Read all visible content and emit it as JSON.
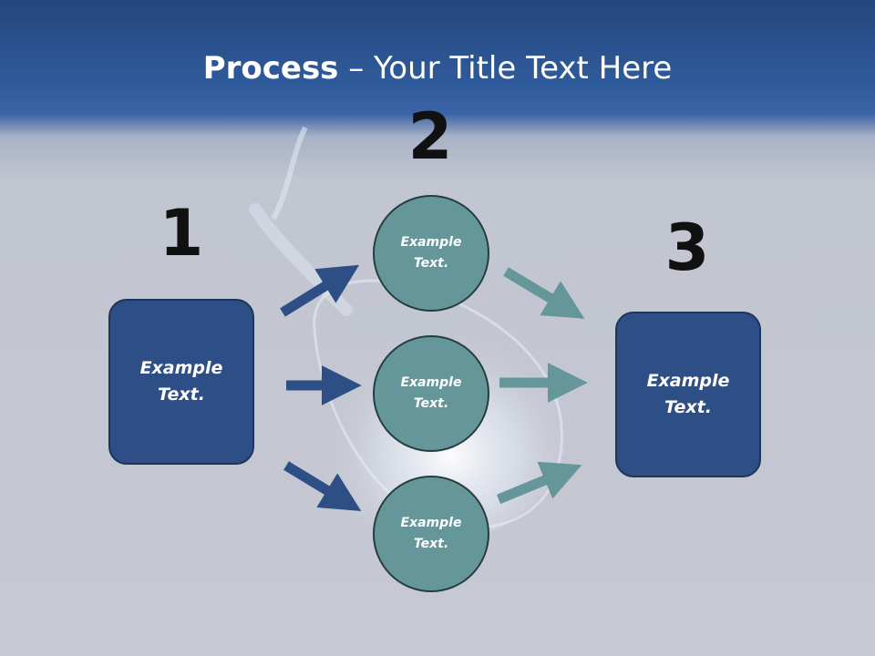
{
  "title": {
    "bold": "Process",
    "rest": " – Your Title Text Here"
  },
  "steps": [
    {
      "number": "1",
      "label": "Example Text."
    },
    {
      "number": "2",
      "items": [
        "Example Text.",
        "Example Text.",
        "Example Text."
      ]
    },
    {
      "number": "3",
      "label": "Example Text."
    }
  ],
  "colors": {
    "box_fill": "#2e4f86",
    "circle_fill": "#65979a",
    "arrow_in": "#2e4f86",
    "arrow_out": "#65979a"
  }
}
